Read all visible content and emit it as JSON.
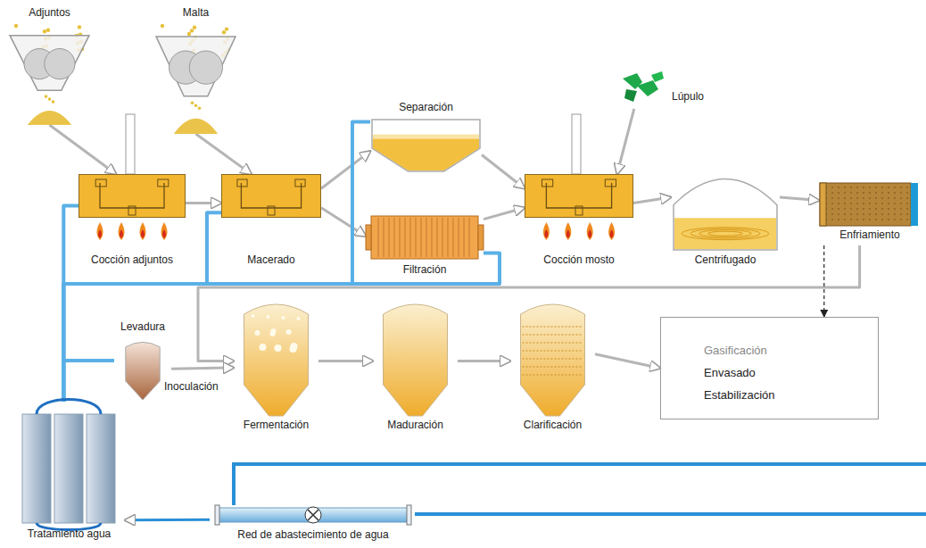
{
  "diagram": {
    "nodes": [
      {
        "text": [
          "Adjuntos"
        ]
      },
      {
        "text": [
          "Malta"
        ]
      },
      {
        "text": [
          "Cocción adjuntos"
        ]
      },
      {
        "text": [
          "Macerado"
        ]
      },
      {
        "text": [
          "Separación"
        ]
      },
      {
        "text": [
          "Filtración"
        ]
      },
      {
        "text": [
          "Lúpulo"
        ]
      },
      {
        "text": [
          "Cocción mosto"
        ]
      },
      {
        "text": [
          "Centrifugado"
        ]
      },
      {
        "text": [
          "Enfriamiento"
        ]
      },
      {
        "text": [
          "Levadura"
        ]
      },
      {
        "text": [
          "Fermentación"
        ]
      },
      {
        "text": [
          "Maduración"
        ]
      },
      {
        "text": [
          "Clarificación"
        ]
      },
      {
        "text": [
          "Gasificación",
          "Envasado",
          "Estabilización"
        ]
      },
      {
        "text": [
          "Tratamiento agua"
        ]
      },
      {
        "text": [
          "Red de abastecimiento de agua"
        ]
      }
    ],
    "edges": [
      {
        "from": 0,
        "to": 2,
        "arrow": "to"
      },
      {
        "from": 1,
        "to": 3,
        "arrow": "to"
      },
      {
        "from": 2,
        "to": 3,
        "arrow": "to"
      },
      {
        "from": 3,
        "to": 4,
        "arrow": "to"
      },
      {
        "from": 3,
        "to": 5,
        "arrow": "to"
      },
      {
        "from": 4,
        "to": 7,
        "arrow": "to"
      },
      {
        "from": 5,
        "to": 7,
        "arrow": "to"
      },
      {
        "from": 6,
        "to": 7,
        "arrow": "to"
      },
      {
        "from": 7,
        "to": 8,
        "arrow": "to"
      },
      {
        "from": 8,
        "to": 9,
        "arrow": "to"
      },
      {
        "from": 9,
        "to": 11,
        "arrow": "to"
      },
      {
        "from": 10,
        "to": 11,
        "label": "Inoculación",
        "arrow": "to"
      },
      {
        "from": 11,
        "to": 12,
        "arrow": "to"
      },
      {
        "from": 12,
        "to": 13,
        "arrow": "to"
      },
      {
        "from": 13,
        "to": 14,
        "arrow": "to"
      },
      {
        "from": 9,
        "to": 14,
        "arrow": "to"
      },
      {
        "from": 16,
        "to": 15,
        "arrow": "to"
      },
      {
        "from": 15,
        "to": 2,
        "arrow": "none"
      },
      {
        "from": 15,
        "to": 3,
        "arrow": "none"
      },
      {
        "from": 15,
        "to": 10,
        "arrow": "none"
      },
      {
        "from": 15,
        "to": 4,
        "arrow": "none"
      },
      {
        "from": 15,
        "to": 5,
        "arrow": "none"
      }
    ]
  }
}
